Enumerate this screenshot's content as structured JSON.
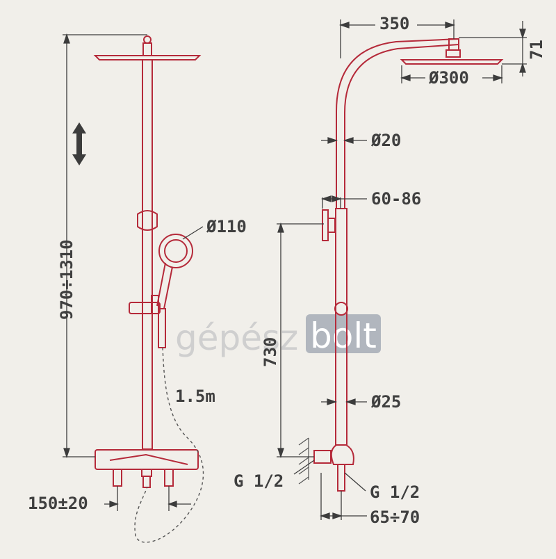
{
  "colors": {
    "background": "#f1efea",
    "outline": "#b52a3a",
    "dimension": "#3c3c3c",
    "watermark_grey": "#c9c9c9",
    "watermark_box": "#a6abb6"
  },
  "watermark": {
    "part1": "gépész",
    "part2": "bolt"
  },
  "left_view": {
    "height_label": "970÷1310",
    "handshower_label": "Ø110",
    "hose_label": "1.5m",
    "spacing_label": "150±20",
    "adjust_arrow": "double-arrow-vertical-icon"
  },
  "right_view": {
    "reach_label": "350",
    "head_height_label": "71",
    "head_diameter_label": "Ø300",
    "upper_pipe_label": "Ø20",
    "clamp_label": "60-86",
    "bracket_height_label": "730",
    "lower_pipe_label": "Ø25",
    "inlet_left_label": "G 1/2",
    "inlet_right_label": "G 1/2",
    "wall_offset_label": "65÷70"
  }
}
